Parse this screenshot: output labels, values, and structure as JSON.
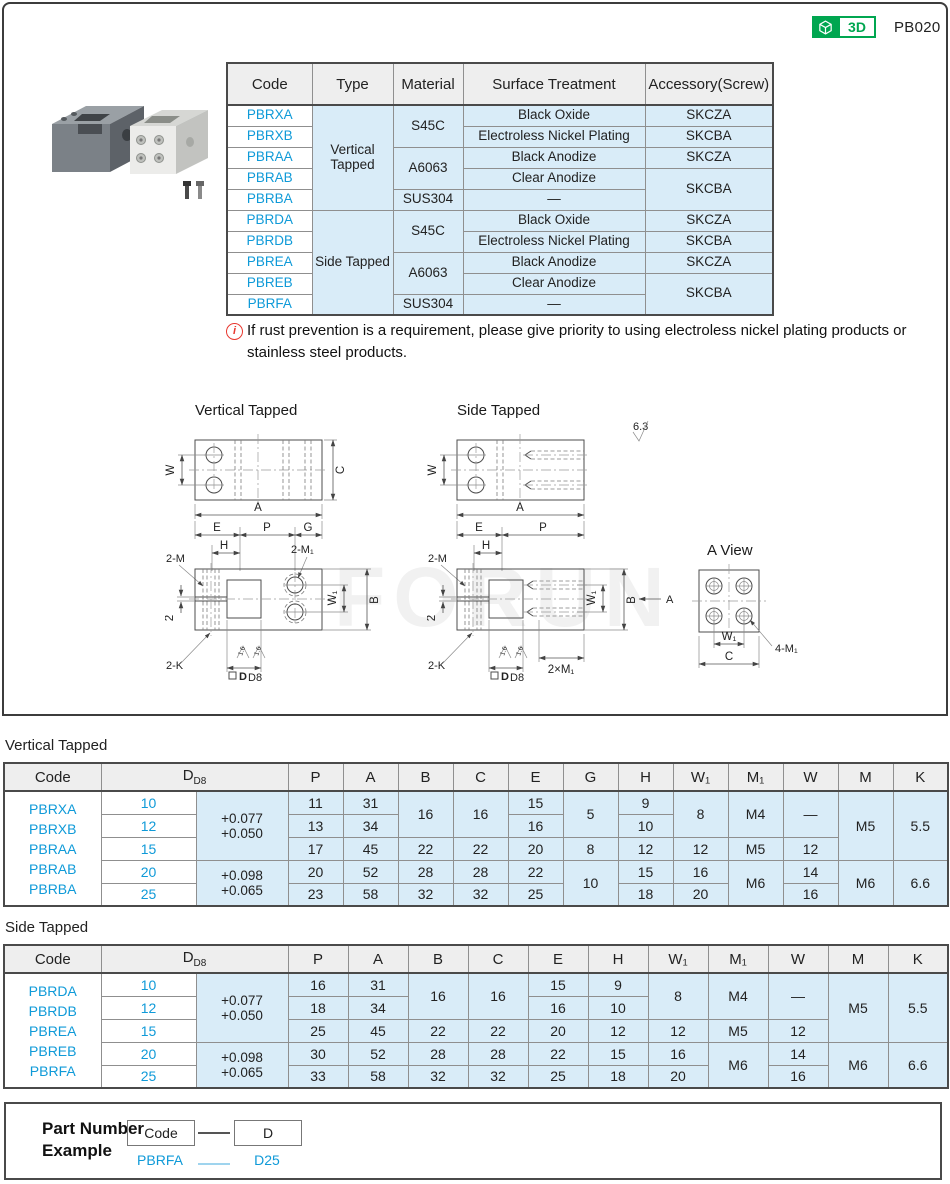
{
  "header": {
    "part_code": "PB020",
    "badge_3d_label": "3D"
  },
  "sel": {
    "h": [
      "Code",
      "Type",
      "Material",
      "Surface Treatment",
      "Accessory(Screw)"
    ],
    "codes": [
      "PBRXA",
      "PBRXB",
      "PBRAA",
      "PBRAB",
      "PBRBA",
      "PBRDA",
      "PBRDB",
      "PBREA",
      "PBREB",
      "PBRFA"
    ],
    "types": [
      "Vertical Tapped",
      "Side Tapped"
    ],
    "materials": [
      "S45C",
      "A6063",
      "SUS304",
      "S45C",
      "A6063",
      "SUS304"
    ],
    "surface": [
      "Black Oxide",
      "Electroless Nickel Plating",
      "Black Anodize",
      "Clear Anodize",
      "—",
      "Black Oxide",
      "Electroless Nickel Plating",
      "Black Anodize",
      "Clear Anodize",
      "—"
    ],
    "accessory": [
      "SKCZA",
      "SKCBA",
      "SKCZA",
      "SKCBA",
      "SKCZA",
      "SKCBA",
      "SKCZA",
      "SKCBA"
    ]
  },
  "note": {
    "icon": "i",
    "text": "If rust prevention is a requirement, please give priority to using electroless nickel plating products or stainless steel products."
  },
  "drw": {
    "vt_title": "Vertical Tapped",
    "st_title": "Side Tapped",
    "aview_title": "A View",
    "W": "W",
    "C": "C",
    "A": "A",
    "E": "E",
    "P": "P",
    "G": "G",
    "H": "H",
    "B": "B",
    "W1": "W₁",
    "two": "2",
    "m2": "2-M",
    "m1_2": "2-M₁",
    "k2": "2-K",
    "m1_2x": "2×M₁",
    "m1_4": "4-M₁",
    "a_arrow": "A",
    "rough16": "1.6",
    "rough63": "6.3",
    "sqD": "D",
    "sqD8": "D8"
  },
  "vt": {
    "title": "Vertical Tapped",
    "h_code": "Code",
    "h_d": "D",
    "h_d_sub": "D8",
    "h": [
      "P",
      "A",
      "B",
      "C",
      "E",
      "G",
      "H",
      "W₁",
      "M₁",
      "W",
      "M",
      "K"
    ],
    "codes": [
      "PBRXA",
      "PBRXB",
      "PBRAA",
      "PBRAB",
      "PBRBA"
    ],
    "d": [
      "10",
      "12",
      "15",
      "20",
      "25"
    ],
    "tol1a": "+0.077",
    "tol1b": "+0.050",
    "tol2a": "+0.098",
    "tol2b": "+0.065",
    "P": [
      "11",
      "13",
      "17",
      "20",
      "23"
    ],
    "A": [
      "31",
      "34",
      "45",
      "52",
      "58"
    ],
    "B": [
      "16",
      "22",
      "28",
      "32"
    ],
    "C": [
      "16",
      "22",
      "28",
      "32"
    ],
    "E": [
      "15",
      "16",
      "20",
      "22",
      "25"
    ],
    "G": [
      "5",
      "8",
      "10"
    ],
    "H": [
      "9",
      "10",
      "12",
      "15",
      "18"
    ],
    "W1": [
      "8",
      "12",
      "16",
      "20"
    ],
    "M1": [
      "M4",
      "M5",
      "M6"
    ],
    "W": [
      "—",
      "12",
      "14",
      "16"
    ],
    "M": [
      "M5",
      "M6"
    ],
    "K": [
      "5.5",
      "6.6"
    ]
  },
  "st": {
    "title": "Side Tapped",
    "h_code": "Code",
    "h_d": "D",
    "h_d_sub": "D8",
    "h": [
      "P",
      "A",
      "B",
      "C",
      "E",
      "H",
      "W₁",
      "M₁",
      "W",
      "M",
      "K"
    ],
    "codes": [
      "PBRDA",
      "PBRDB",
      "PBREA",
      "PBREB",
      "PBRFA"
    ],
    "d": [
      "10",
      "12",
      "15",
      "20",
      "25"
    ],
    "tol1a": "+0.077",
    "tol1b": "+0.050",
    "tol2a": "+0.098",
    "tol2b": "+0.065",
    "P": [
      "16",
      "18",
      "25",
      "30",
      "33"
    ],
    "A": [
      "31",
      "34",
      "45",
      "52",
      "58"
    ],
    "B": [
      "16",
      "22",
      "28",
      "32"
    ],
    "C": [
      "16",
      "22",
      "28",
      "32"
    ],
    "E": [
      "15",
      "16",
      "20",
      "22",
      "25"
    ],
    "H": [
      "9",
      "10",
      "12",
      "15",
      "18"
    ],
    "W1": [
      "8",
      "12",
      "16",
      "20"
    ],
    "M1": [
      "M4",
      "M5",
      "M6"
    ],
    "W": [
      "—",
      "12",
      "14",
      "16"
    ],
    "M": [
      "M5",
      "M6"
    ],
    "K": [
      "5.5",
      "6.6"
    ]
  },
  "pn": {
    "label": "Part Number Example",
    "box_code": "Code",
    "box_d": "D",
    "example_code": "PBRFA",
    "example_d": "D25"
  },
  "colors": {
    "accent_blue": "#0f9ad8",
    "cell_blue": "#d9ecf8",
    "header_gray": "#eeeeee",
    "badge_green": "#00a650",
    "note_red": "#e8382f"
  }
}
